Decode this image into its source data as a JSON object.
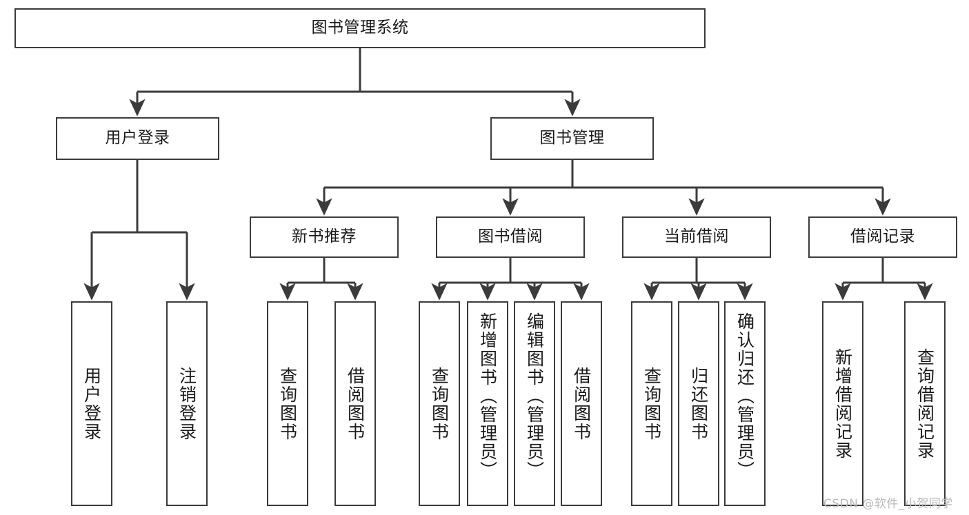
{
  "diagram": {
    "type": "tree-hierarchy",
    "title": "图书管理系统",
    "orientation": "top-down",
    "colors": {
      "box_border": "#3b3b3b",
      "box_fill": "#ffffff",
      "connector": "#3b3b3b",
      "text": "#1a1a1a",
      "watermark": "#b9b9b9",
      "background": "#ffffff"
    },
    "root": {
      "label": "图书管理系统"
    },
    "level2": [
      {
        "label": "用户登录"
      },
      {
        "label": "图书管理"
      }
    ],
    "level3": [
      {
        "label": "新书推荐"
      },
      {
        "label": "图书借阅"
      },
      {
        "label": "当前借阅"
      },
      {
        "label": "借阅记录"
      }
    ],
    "leaves": {
      "user_login": [
        {
          "label": "用户登录"
        },
        {
          "label": "注销登录"
        }
      ],
      "new_book_recommend": [
        {
          "label": "查询图书"
        },
        {
          "label": "借阅图书"
        }
      ],
      "book_borrow": [
        {
          "label": "查询图书"
        },
        {
          "label": "新增图书（管理员）"
        },
        {
          "label": "编辑图书（管理员）"
        },
        {
          "label": "借阅图书"
        }
      ],
      "current_borrow": [
        {
          "label": "查询图书"
        },
        {
          "label": "归还图书"
        },
        {
          "label": "确认归还（管理员）"
        }
      ],
      "borrow_record": [
        {
          "label": "新增借阅记录"
        },
        {
          "label": "查询借阅记录"
        }
      ]
    },
    "watermark": "CSDN @软件_小贺同学"
  }
}
